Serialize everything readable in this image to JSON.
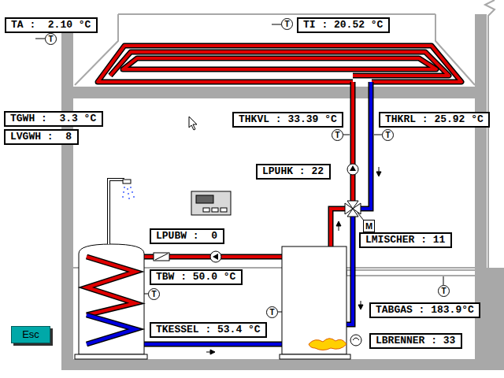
{
  "diagram": {
    "nodes": [
      {
        "text": [
          "TA :  2.10 °C"
        ]
      },
      {
        "text": [
          "T"
        ]
      },
      {
        "text": [
          "T"
        ]
      },
      {
        "text": [
          "TI : 20.52 °C"
        ]
      },
      {
        "text": [
          "TGWH :  3.3 °C"
        ]
      },
      {
        "text": [
          "LVGWH :  8"
        ]
      },
      {
        "text": [
          "THKVL : 33.39 °C"
        ]
      },
      {
        "text": [
          "THKRL : 25.92 °C"
        ]
      },
      {
        "text": [
          "T"
        ]
      },
      {
        "text": [
          "T"
        ]
      },
      {
        "text": [
          "LPUHK : 22"
        ]
      },
      {
        "text": [
          "M"
        ]
      },
      {
        "text": [
          "LPUBW :  0"
        ]
      },
      {
        "text": [
          "LMISCHER : 11"
        ]
      },
      {
        "text": [
          "TBW : 50.0 °C"
        ]
      },
      {
        "text": [
          "T"
        ]
      },
      {
        "text": [
          "TABGAS : 183.9°C"
        ]
      },
      {
        "text": [
          "T"
        ]
      },
      {
        "text": [
          "T"
        ]
      },
      {
        "text": [
          "TKESSEL : 53.4 °C"
        ]
      },
      {
        "text": [
          "Esc"
        ]
      },
      {
        "text": [
          "LBRENNER : 33"
        ]
      }
    ]
  }
}
